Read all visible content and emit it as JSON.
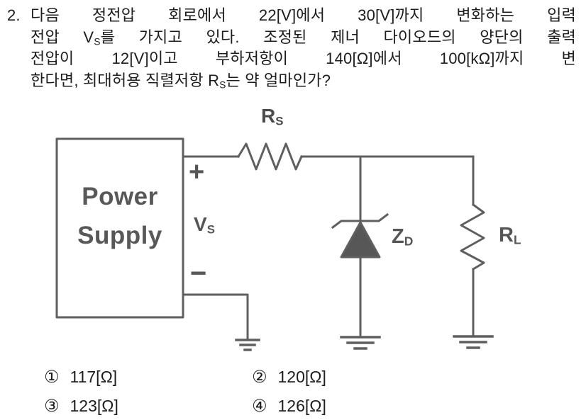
{
  "question": {
    "number": "2.",
    "lines": [
      {
        "pre": "다음 정전압 회로에서 22[V]에서 30[V]까지 변화하는 입력",
        "sub": "",
        "post": ""
      },
      {
        "pre": "전압 V",
        "sub": "S",
        "post": "를 가지고 있다. 조정된 제너 다이오드의 양단의 출력"
      },
      {
        "pre": "전압이 12[V]이고 부하저항이 140[Ω]에서 100[kΩ]까지 변",
        "sub": "",
        "post": ""
      },
      {
        "pre": "한다면, 최대허용 직렬저항 R",
        "sub": "S",
        "post": "는 약 얼마인가?"
      }
    ]
  },
  "circuit": {
    "source": {
      "line1": "Power",
      "line2": "Supply"
    },
    "plus": "+",
    "minus": "−",
    "vs": {
      "main": "V",
      "sub": "S"
    },
    "rs": {
      "main": "R",
      "sub": "S"
    },
    "zd": {
      "main": "Z",
      "sub": "D"
    },
    "rl": {
      "main": "R",
      "sub": "L"
    },
    "colors": {
      "wire": "#5f5f5f",
      "label": "#565656",
      "diode_fill": "#575757"
    }
  },
  "options": [
    {
      "num": "①",
      "text": "117[Ω]"
    },
    {
      "num": "②",
      "text": "120[Ω]"
    },
    {
      "num": "③",
      "text": "123[Ω]"
    },
    {
      "num": "④",
      "text": "126[Ω]"
    }
  ]
}
